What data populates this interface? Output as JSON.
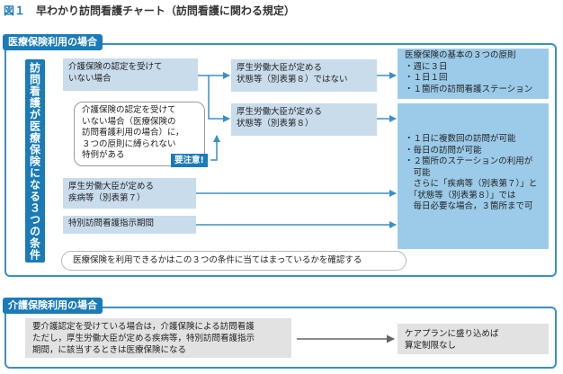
{
  "figure": {
    "number": "図１",
    "title": "早わかり訪問看護チャート（訪問看護に関わる規定）"
  },
  "medical_section": {
    "label": "医療保険利用の場合",
    "vertical_label": "訪問看護が医療保険になる３つの条件",
    "conditions": [
      {
        "lines": [
          "介護保険の認定を受けて",
          "いない場合"
        ]
      },
      {
        "lines": [
          "介護保険の認定を受けて",
          "いない場合（医療保険の",
          "訪問看護利用の場合）に，",
          "３つの原則に縛られない",
          "特例がある"
        ]
      },
      {
        "lines": [
          "厚生労働大臣が定める",
          "疾病等（別表第７）"
        ]
      },
      {
        "lines": [
          "特別訪問看護指示期間"
        ]
      }
    ],
    "warning": "要注意!",
    "status_boxes": [
      {
        "lines": [
          "厚生労働大臣が定める",
          "状態等（別表第８）ではない"
        ]
      },
      {
        "lines": [
          "厚生労働大臣が定める",
          "状態等（別表第８）"
        ]
      }
    ],
    "result_boxes": [
      {
        "lines": [
          "医療保険の基本の３つの原則",
          "・週に３日",
          "・１日１回",
          "・１箇所の訪問看護ステーション"
        ]
      },
      {
        "lines": [
          "・１日に複数回の訪問が可能",
          "・毎日の訪問が可能",
          "・２箇所のステーションの利用が",
          "　可能",
          "　さらに「疾病等（別表第７）」と",
          "　「状態等（別表第８）」では",
          "　毎日必要な場合，３箇所まで可"
        ]
      }
    ],
    "confirm_note": "医療保険を利用できるかはこの３つの条件に当てはまっているかを確認する"
  },
  "care_section": {
    "label": "介護保険利用の場合",
    "description_lines": [
      "要介護認定を受けている場合は，介護保険による訪問看護",
      "ただし，厚生労働大臣が定める疾病等，特別訪問看護指示",
      "期間，に該当するときは医療保険になる"
    ],
    "result_lines": [
      "ケアプランに盛り込めば",
      "算定制限なし"
    ]
  },
  "colors": {
    "accent": "#1a7bb8",
    "light_box": "#c9dcec",
    "result_box": "#9bcbe9",
    "gray_box": "#e2e2e2"
  }
}
